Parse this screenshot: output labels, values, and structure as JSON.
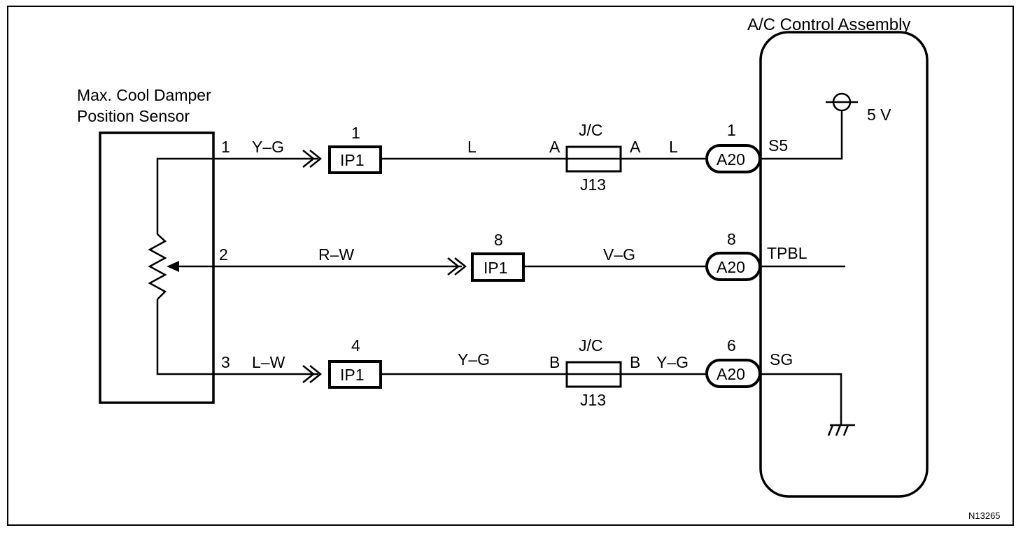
{
  "sensor": {
    "title_line1": "Max. Cool Damper",
    "title_line2": "Position Sensor",
    "pins": [
      "1",
      "2",
      "3"
    ]
  },
  "ac_unit": {
    "title": "A/C Control Assembly",
    "voltage": "5 V",
    "terminals": [
      "S5",
      "TPBL",
      "SG"
    ]
  },
  "wires": {
    "w1_left": "Y–G",
    "w1_mid": "L",
    "w1_right": "L",
    "w2_left": "R–W",
    "w2_right": "V–G",
    "w3_left": "L–W",
    "w3_mid": "Y–G",
    "w3_right": "Y–G"
  },
  "ip_connectors": [
    {
      "label": "IP1",
      "pin": "1"
    },
    {
      "label": "IP1",
      "pin": "8"
    },
    {
      "label": "IP1",
      "pin": "4"
    }
  ],
  "junctions": [
    {
      "top": "J/C",
      "bottom": "J13",
      "left_pin": "A",
      "right_pin": "A"
    },
    {
      "top": "J/C",
      "bottom": "J13",
      "left_pin": "B",
      "right_pin": "B"
    }
  ],
  "a20_connectors": [
    {
      "label": "A20",
      "pin": "1"
    },
    {
      "label": "A20",
      "pin": "8"
    },
    {
      "label": "A20",
      "pin": "6"
    }
  ],
  "figure_id": "N13265",
  "icons": {
    "resistor": "variable-resistor-icon",
    "ground": "ground-icon",
    "power": "power-supply-icon"
  }
}
